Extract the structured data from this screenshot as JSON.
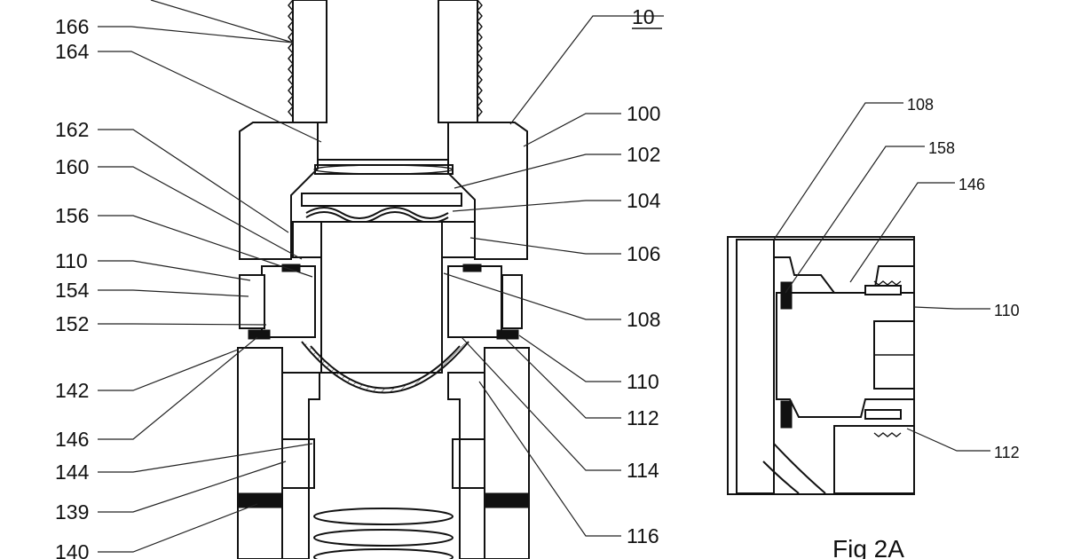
{
  "labels_left": [
    "166",
    "164",
    "162",
    "160",
    "156",
    "110",
    "154",
    "152",
    "142",
    "146",
    "144",
    "139",
    "140"
  ],
  "labels_right": [
    "10",
    "100",
    "102",
    "104",
    "106",
    "108",
    "110",
    "112",
    "114",
    "116"
  ],
  "detail_labels": [
    "108",
    "158",
    "146",
    "110",
    "112"
  ],
  "figure_caption": "Fig 2A",
  "colors": {
    "line": "#111111",
    "background": "#ffffff"
  }
}
